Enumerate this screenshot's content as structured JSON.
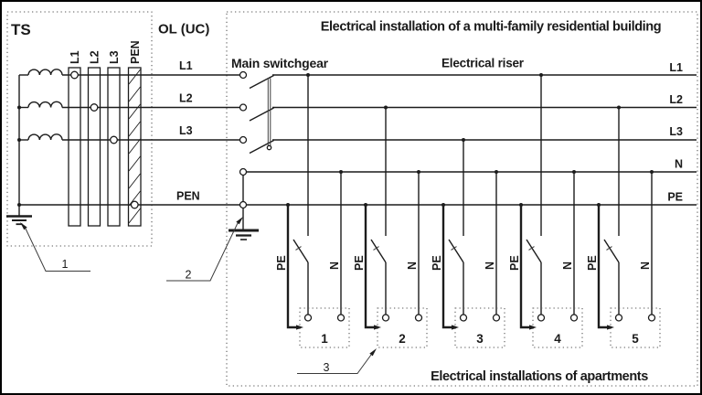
{
  "colors": {
    "line": "#1c1c1c",
    "text": "#1a1a1a",
    "dotted_border": "#5a5a5a",
    "frame": "#000000",
    "background": "#ffffff"
  },
  "header": {
    "title": "Electrical installation of a multi-family residential building"
  },
  "transformer_station": {
    "label": "TS",
    "busbars": [
      "L1",
      "L2",
      "L3",
      "PEN"
    ],
    "callout": "1"
  },
  "overhead_line": {
    "label": "OL (UC)",
    "lines": [
      "L1",
      "L2",
      "L3",
      "PEN"
    ]
  },
  "switchgear": {
    "label": "Main switchgear",
    "earth_callout": "2"
  },
  "riser": {
    "label": "Electrical riser",
    "lines": [
      "L1",
      "L2",
      "L3",
      "N",
      "PE"
    ]
  },
  "apartments": {
    "caption": "Electrical installations of apartments",
    "callout": "3",
    "units": [
      {
        "number": "1",
        "pe": "PE",
        "n": "N"
      },
      {
        "number": "2",
        "pe": "PE",
        "n": "N"
      },
      {
        "number": "3",
        "pe": "PE",
        "n": "N"
      },
      {
        "number": "4",
        "pe": "PE",
        "n": "N"
      },
      {
        "number": "5",
        "pe": "PE",
        "n": "N"
      }
    ]
  }
}
